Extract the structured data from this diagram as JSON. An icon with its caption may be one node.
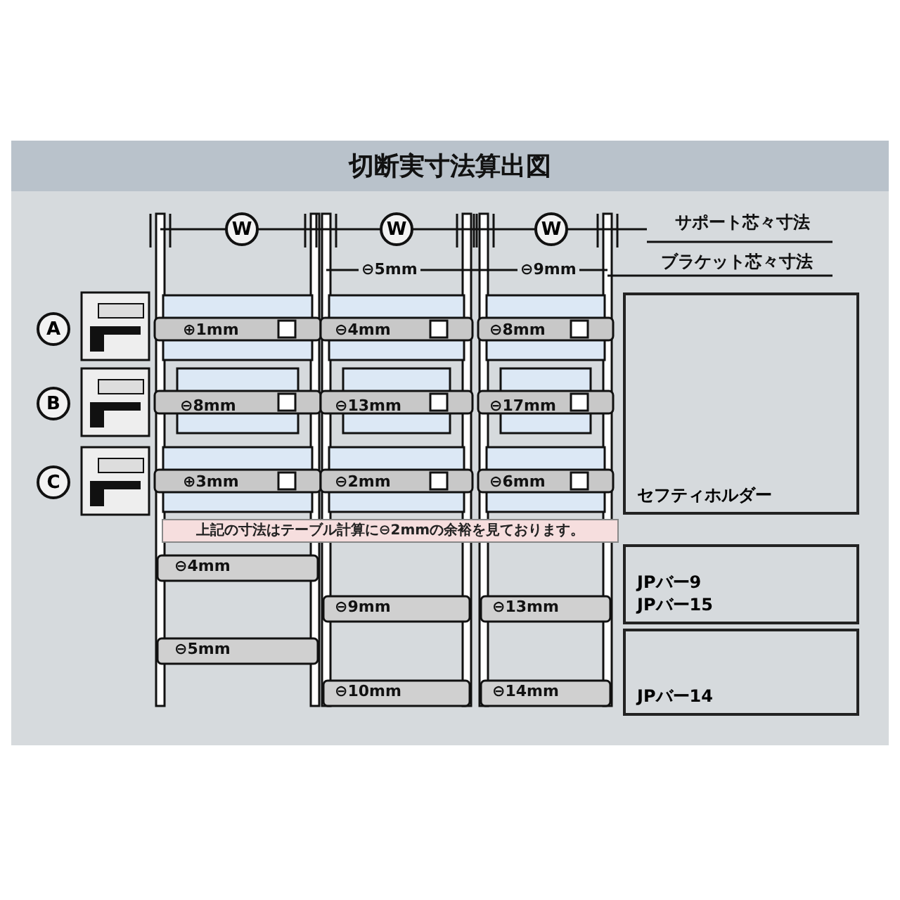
{
  "diagram": {
    "title": "切断実寸法算出図",
    "nodes": [
      {
        "text": [
          "上記の寸法はテーブル計算に⊖2mmの余裕を見ております。"
        ]
      },
      {
        "text": [
          "セフティホルダー"
        ]
      },
      {
        "text": [
          "JPバー9",
          "JPバー15"
        ]
      },
      {
        "text": [
          "JPバー14"
        ]
      }
    ],
    "labels": [
      "W",
      "W",
      "W",
      "サポート芯々寸法",
      "ブラケット芯々寸法",
      "⊖5mm",
      "⊖9mm",
      "A",
      "⊕1mm",
      "⊖4mm",
      "⊖8mm",
      "B",
      "⊖8mm",
      "⊖13mm",
      "⊖17mm",
      "C",
      "⊕3mm",
      "⊖2mm",
      "⊖6mm",
      "⊖4mm",
      "⊖9mm",
      "⊖13mm",
      "⊖5mm",
      "⊖10mm",
      "⊖14mm"
    ]
  }
}
